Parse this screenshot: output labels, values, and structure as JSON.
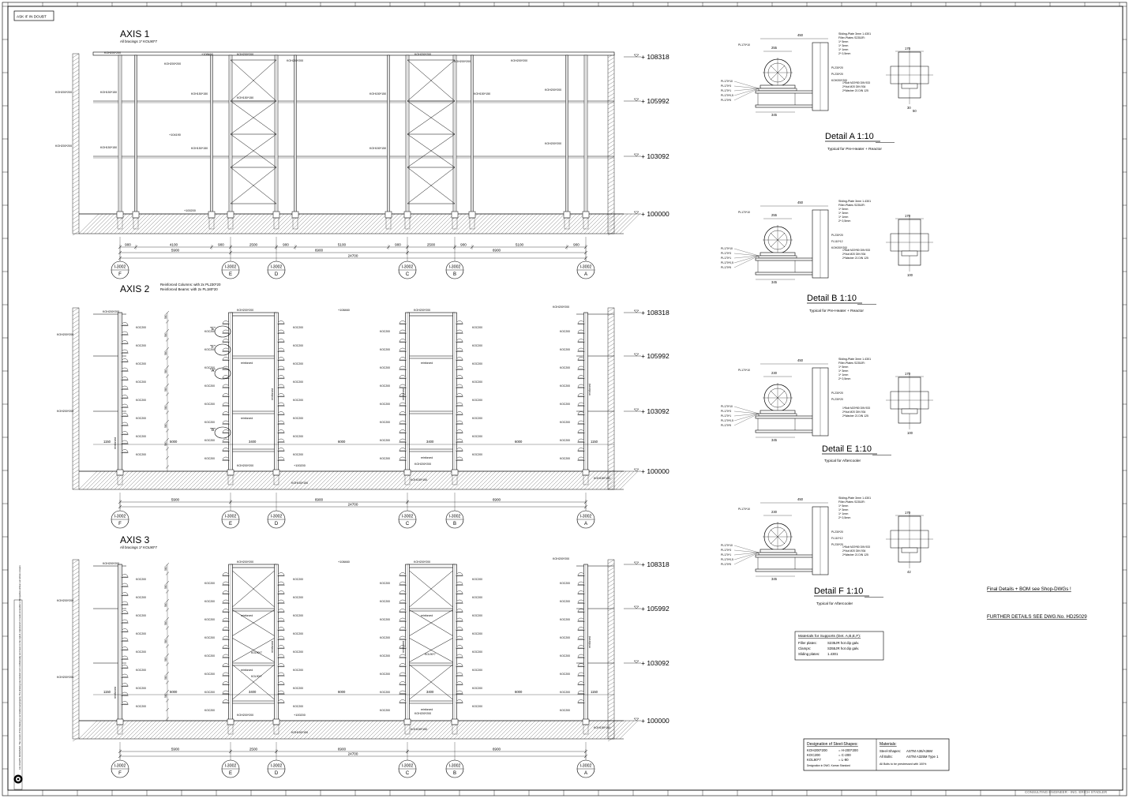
{
  "frame": {
    "ask_label": "ASK IF IN DOUBT",
    "bottom_right_text": "CONSULTING ENGINEER - ING. ERICH STADLER",
    "left_sidebar_text": "ALL RIGHTS RESERVED. The content of this drawing is our intellectual property. The drawing was handed over confidentially and must not be copied, reproduced or made accessible to third parties without our written consent."
  },
  "elevations": [
    "+ 108318",
    "+ 105992",
    "+ 103092",
    "+ 100000"
  ],
  "grid": {
    "ref": "I-3002",
    "letters": [
      "F",
      "E",
      "D",
      "C",
      "B",
      "A"
    ]
  },
  "axis1": {
    "title": "AXIS 1",
    "subtitle": "All bracings 1* KOL90*7",
    "dims_row1": [
      "900",
      "4100",
      "900",
      "2500",
      "900",
      "5100",
      "900",
      "2500",
      "900",
      "5100",
      "900"
    ],
    "dims_row2": [
      "5900",
      "6900",
      "6900"
    ],
    "dim_total": "24700",
    "profiles": {
      "big": "KOH200*200",
      "small": "KOH150*150"
    },
    "spot_levels": [
      "+108460",
      "+104190",
      "+100200"
    ]
  },
  "axis2": {
    "title": "AXIS 2",
    "note1": "Reinforced Columns: with 2x PL230*20",
    "note2": "Reinforced Beams: with 2x PL180*20",
    "profiles": {
      "channel": "KOC200",
      "big": "KOH200*200",
      "small": "KOH150*150",
      "reinf": "reinforced"
    },
    "marks": [
      "\"E\"",
      "\"F\"",
      "\"A\"",
      "\"B\""
    ],
    "dims": {
      "a": "5900",
      "b": "6900",
      "c": "6900",
      "total": "24700",
      "span1": "5000",
      "span2": "3400",
      "span3": "6000",
      "span4": "1150",
      "vert": "580"
    },
    "spot_levels": [
      "+108460",
      "+100200"
    ]
  },
  "axis3": {
    "title": "AXIS 3",
    "subtitle": "All bracings 1* KOL90*7",
    "profiles": {
      "channel": "KOC200",
      "big": "KOH200*200",
      "small": "KOH150*150",
      "brace": "KOL90*7",
      "reinf": "reinforced"
    },
    "dims": {
      "a": "5900",
      "b": "2500",
      "c": "6900",
      "d": "6900",
      "total": "24700",
      "span1": "5000",
      "span2": "3400",
      "span3": "6000",
      "span4": "1150"
    },
    "spot_levels": [
      "+108460",
      "+100200"
    ]
  },
  "details": [
    {
      "title": "Detail A 1:10",
      "caption": "Typical for Pre-Heater + Reactor",
      "spec": [
        "Sliding-Plate 3mm 1.4301",
        "Filler-Plates S235JR:",
        "1* 5mm",
        "1* 3mm",
        "1* 1mm",
        "2* 0,5mm"
      ],
      "bolt": [
        "1*Bolt M20*80 DIN 933",
        "2*Nut M20 DIN 934",
        "2*Washer 21 DIN 125"
      ],
      "plates": [
        "PL170*10",
        "PL170*3",
        "PL170*1",
        "PL170*0,5",
        "PL170*5",
        "PL230*20",
        "PL230*20",
        "KOH200*200"
      ],
      "dims": [
        "450",
        "255",
        "345",
        "170",
        "30",
        "50"
      ]
    },
    {
      "title": "Detail B 1:10",
      "caption": "Typical for Pre-Heater + Reactor",
      "spec": [
        "Sliding-Plate 3mm 1.4301",
        "Filler-Plates S235JR:",
        "1* 5mm",
        "1* 3mm",
        "1* 1mm",
        "2* 0,5mm"
      ],
      "bolt": [
        "1*Bolt M20*80 DIN 933",
        "2*Nut M20 DIN 934",
        "2*Washer 21 DIN 125"
      ],
      "plates": [
        "PL170*10",
        "PL170*3",
        "PL170*1",
        "PL170*0,5",
        "PL170*5",
        "PL230*20",
        "FL110*12",
        "KOH200*200"
      ],
      "dims": [
        "450",
        "255",
        "345",
        "170",
        "100"
      ]
    },
    {
      "title": "Detail E 1:10",
      "caption": "Typical for Aftercooler",
      "spec": [
        "Sliding-Plate 3mm 1.4301",
        "Filler-Plates S235JR:",
        "1* 5mm",
        "1* 3mm",
        "1* 1mm",
        "2* 0,5mm"
      ],
      "bolt": [
        "1*Bolt M20*80 DIN 933",
        "2*Nut M20 DIN 934",
        "2*Washer 21 DIN 125"
      ],
      "plates": [
        "PL170*10",
        "PL170*3",
        "PL170*1",
        "PL170*0,5",
        "PL170*5",
        "PL230*20",
        "PL230*20"
      ],
      "dims": [
        "450",
        "230",
        "345",
        "170",
        "100"
      ]
    },
    {
      "title": "Detail F 1:10",
      "caption": "Typical for Aftercooler",
      "spec": [
        "Sliding-Plate 3mm 1.4301",
        "Filler-Plates S235JR:",
        "1* 5mm",
        "1* 3mm",
        "1* 1mm",
        "2* 0,5mm"
      ],
      "bolt": [
        "1*Bolt M20*80 DIN 933",
        "2*Nut M20 DIN 934",
        "2*Washer 21 DIN 125"
      ],
      "plates": [
        "PL170*10",
        "PL170*3",
        "PL170*1",
        "PL170*0,5",
        "PL170*5",
        "PL230*20",
        "FL110*12",
        "PL230*20"
      ],
      "dims": [
        "450",
        "230",
        "345",
        "170",
        "42"
      ]
    }
  ],
  "notes": {
    "final": "Final Details + BOM see Shop-DWGs !",
    "further": "FURTHER DETAILS SEE DWG.No. HD25029"
  },
  "materials_supports": {
    "title": "Materials for Supports (Det. A,B,E,F):",
    "rows": [
      [
        "Filler plates:",
        "S235JR hot dip galv."
      ],
      [
        "Clamps:",
        "S355JR hot dip galv."
      ],
      [
        "Sliding plates:",
        "1.4301"
      ]
    ]
  },
  "designation": {
    "title": "Designation of Steel-Shapes:",
    "rows": [
      [
        "KOH200*200",
        "= H-200*200"
      ],
      [
        "KOC200",
        "= C-200"
      ],
      [
        "KOL90*7",
        "= L-90"
      ]
    ],
    "footer": "Designation in DWG.    Korean Standard"
  },
  "materials": {
    "title": "Materials:",
    "rows": [
      [
        "Steel-Shapes:",
        "ASTM A36/A36M"
      ],
      [
        "All Bolts:",
        "ASTM A325M Type 1"
      ]
    ],
    "footer": "All Bolts to be prestressed with 100%"
  }
}
